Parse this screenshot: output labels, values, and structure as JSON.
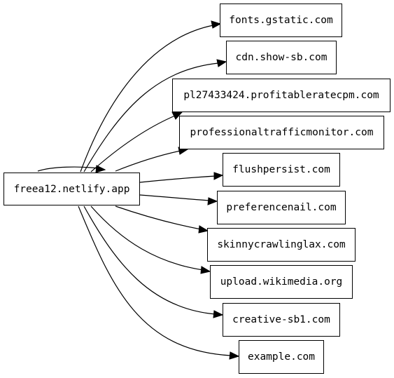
{
  "graph": {
    "source": {
      "label": "freea12.netlify.app"
    },
    "targets": [
      {
        "label": "fonts.gstatic.com"
      },
      {
        "label": "cdn.show-sb.com"
      },
      {
        "label": "pl27433424.profitableratecpm.com"
      },
      {
        "label": "professionaltrafficmonitor.com"
      },
      {
        "label": "flushpersist.com"
      },
      {
        "label": "preferencenail.com"
      },
      {
        "label": "skinnycrawlinglax.com"
      },
      {
        "label": "upload.wikimedia.org"
      },
      {
        "label": "creative-sb1.com"
      },
      {
        "label": "example.com"
      }
    ]
  }
}
